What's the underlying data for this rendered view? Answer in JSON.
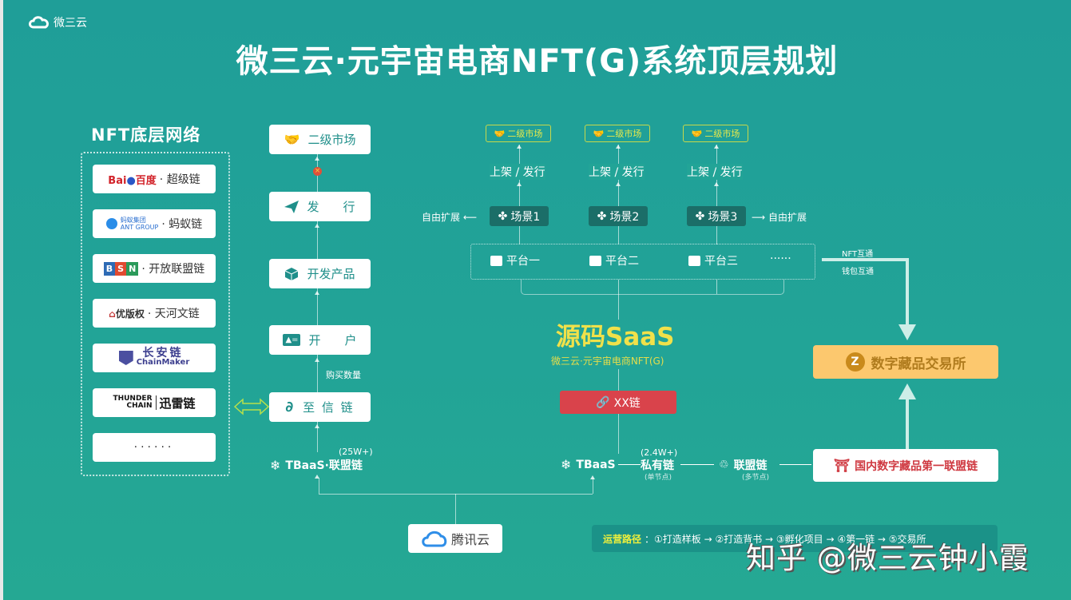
{
  "header": {
    "logo_text": "微三云",
    "title": "微三云·元宇宙电商NFT(G)系统顶层规划"
  },
  "left_panel": {
    "title": "NFT底层网络",
    "items": [
      {
        "brand": "Bai百度",
        "label": "· 超级链",
        "icon": "baidu-paw-icon"
      },
      {
        "brand": "蚂蚁集团 ANT GROUP",
        "label": "· 蚂蚁链",
        "icon": "ant-group-icon"
      },
      {
        "brand": "BSN",
        "label": "· 开放联盟链",
        "icon": "bsn-icon"
      },
      {
        "brand": "优版权",
        "label": "· 天河文链",
        "icon": "youbanquan-icon"
      },
      {
        "brand": "长安链",
        "label": "ChainMaker",
        "icon": "chainmaker-icon"
      },
      {
        "brand": "THUNDER CHAIN",
        "label": "迅雷链",
        "icon": "thunderchain-icon"
      },
      {
        "brand": "",
        "label": "······",
        "icon": ""
      }
    ]
  },
  "flow_left": {
    "steps": [
      {
        "label": "二级市场",
        "icon": "handshake-icon"
      },
      {
        "label": "发　　行",
        "icon": "paper-plane-icon"
      },
      {
        "label": "开发产品",
        "icon": "box-icon"
      },
      {
        "label": "开　　户",
        "icon": "id-card-icon"
      },
      {
        "label": "至 信 链",
        "icon": "zhixin-chain-icon"
      }
    ],
    "blocked_marker": "×",
    "buy_qty_label": "购买数量",
    "tbaas_count": "(25W+)",
    "tbaas_label": "TBaaS·联盟链"
  },
  "scenarios": {
    "market_label": "二级市场",
    "shelf_label": "上架 / 发行",
    "items": [
      {
        "label": "场景1"
      },
      {
        "label": "场景2"
      },
      {
        "label": "场景3"
      }
    ],
    "extend_left": "自由扩展",
    "extend_right": "自由扩展"
  },
  "platforms": {
    "items": [
      "平台一",
      "平台二",
      "平台三"
    ],
    "more": "······",
    "interop_top": "NFT互通",
    "interop_bottom": "钱包互通"
  },
  "center": {
    "saas_title": "源码SaaS",
    "saas_sub": "微三云·元宇宙电商NFT(G)",
    "xx_chain": "XX链",
    "tbaas": "TBaaS",
    "private_count": "(2.4W+)",
    "private_chain": "私有链",
    "private_note": "(单节点)",
    "alliance_chain": "联盟链",
    "alliance_note": "(多节点)"
  },
  "right": {
    "exchange": "数字藏品交易所",
    "first_alliance": "国内数字藏品第一联盟链"
  },
  "bottom": {
    "tencent_cloud": "腾讯云",
    "ops_key": "运营路径",
    "ops_path": "：①打造样板 → ②打造背书 → ③孵化项目 → ④第一链 → ⑤交易所",
    "watermark": "知乎 @微三云钟小霞"
  },
  "colors": {
    "background": "#22a497",
    "saas_yellow": "#f0e14a",
    "xx_red": "#d9434b",
    "exchange_orange": "#fcc86e",
    "alliance_red": "#cf3840",
    "scene_dark": "#1b6e68"
  }
}
